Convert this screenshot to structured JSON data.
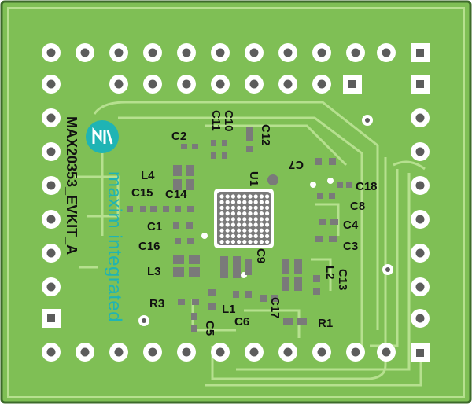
{
  "colors": {
    "board": "#7fbf55",
    "trace": "#b6e08f",
    "pad": "#ffffff",
    "hole": "#5c5c5c",
    "smd": "#7a7a7a",
    "silk": "#111111",
    "brand": "#1fb4b4"
  },
  "board": {
    "vertical_text": "MAX20353_EVKIT_A",
    "logo_text": "maxim integrated",
    "logo_icon": "maxim-logo-icon"
  },
  "labels": {
    "c2": "C2",
    "c10": "C10",
    "c11": "C11",
    "c12": "C12",
    "c7": "C7",
    "u1": "U1",
    "c18": "C18",
    "l4": "L4",
    "c15": "C15",
    "c14": "C14",
    "c8": "C8",
    "c4": "C4",
    "c1": "C1",
    "c3": "C3",
    "c16": "C16",
    "c9": "C9",
    "l3": "L3",
    "l2": "L2",
    "c13": "C13",
    "r3": "R3",
    "l1": "L1",
    "c17": "C17",
    "c6": "C6",
    "r1": "R1",
    "c5": "C5"
  }
}
